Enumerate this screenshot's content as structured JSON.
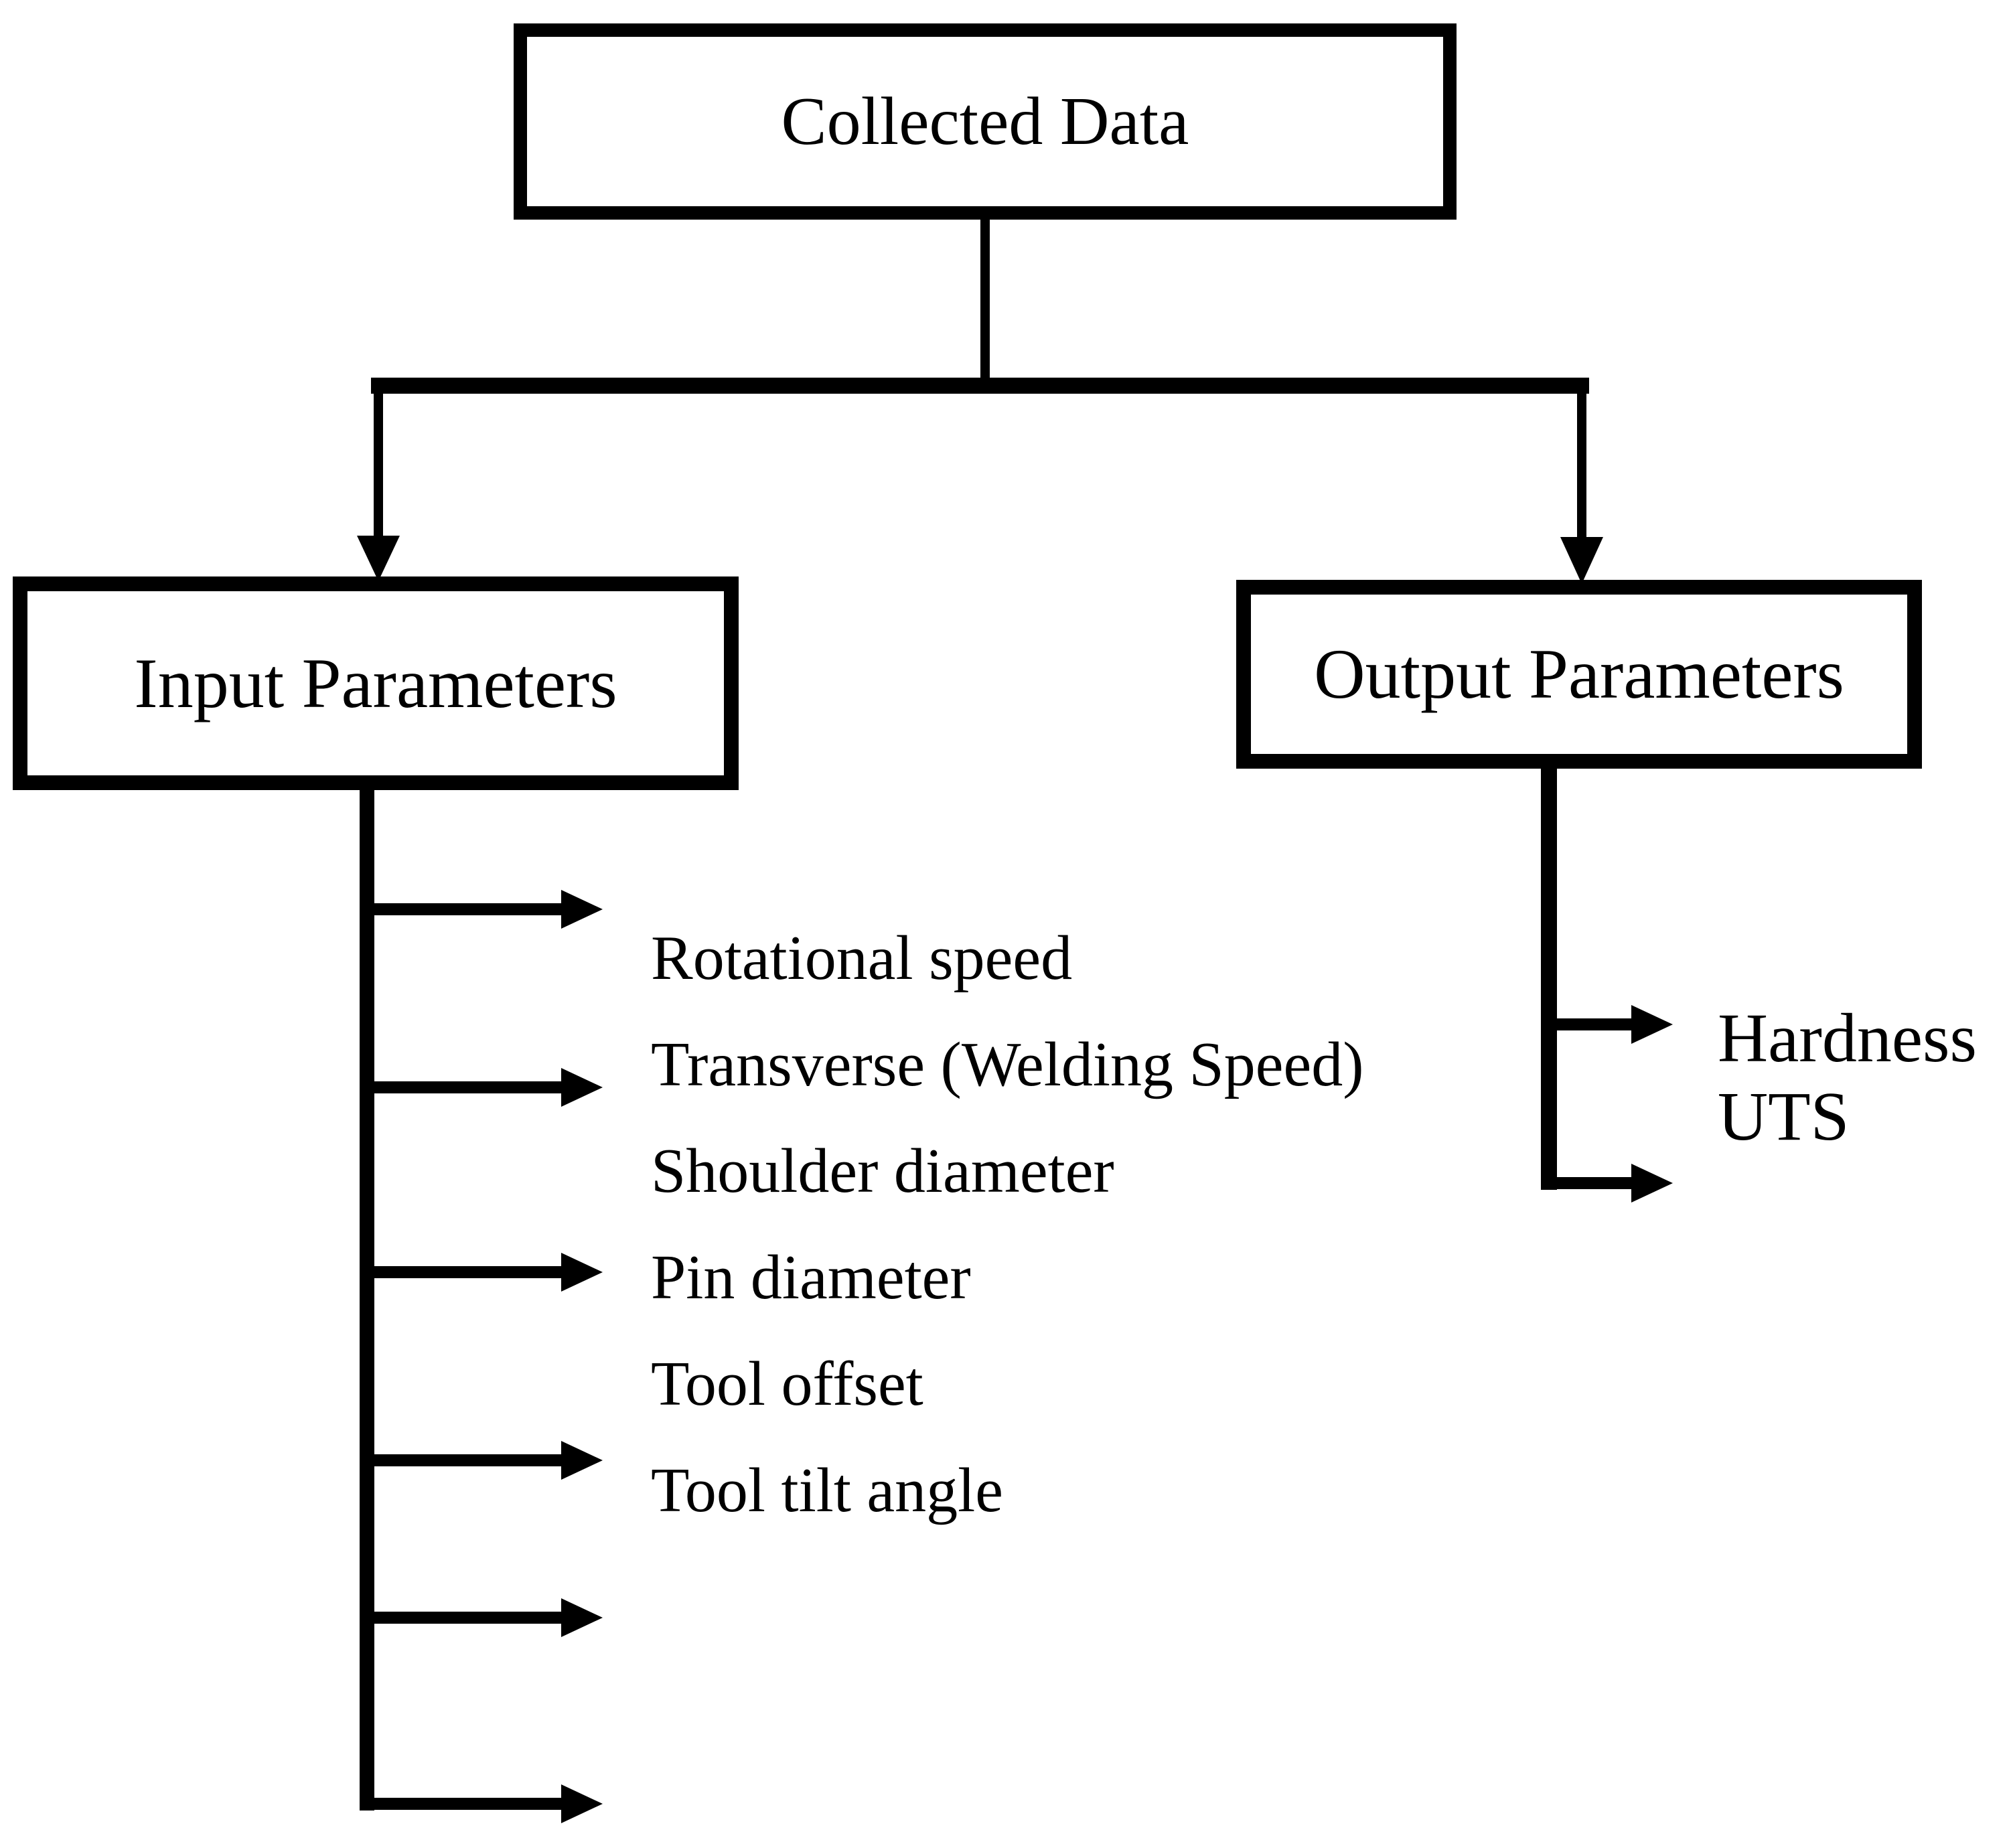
{
  "nodes": {
    "root": {
      "label": "Collected Data"
    },
    "input": {
      "label": "Input Parameters"
    },
    "output": {
      "label": "Output Parameters"
    }
  },
  "input_items": [
    "Rotational speed",
    "Transverse (Welding Speed)",
    "Shoulder diameter",
    "Pin diameter",
    "Tool offset",
    "Tool tilt angle"
  ],
  "output_items": [
    "Hardness",
    "UTS"
  ],
  "colors": {
    "line": "#000000",
    "text": "#000000",
    "background": "#ffffff"
  }
}
